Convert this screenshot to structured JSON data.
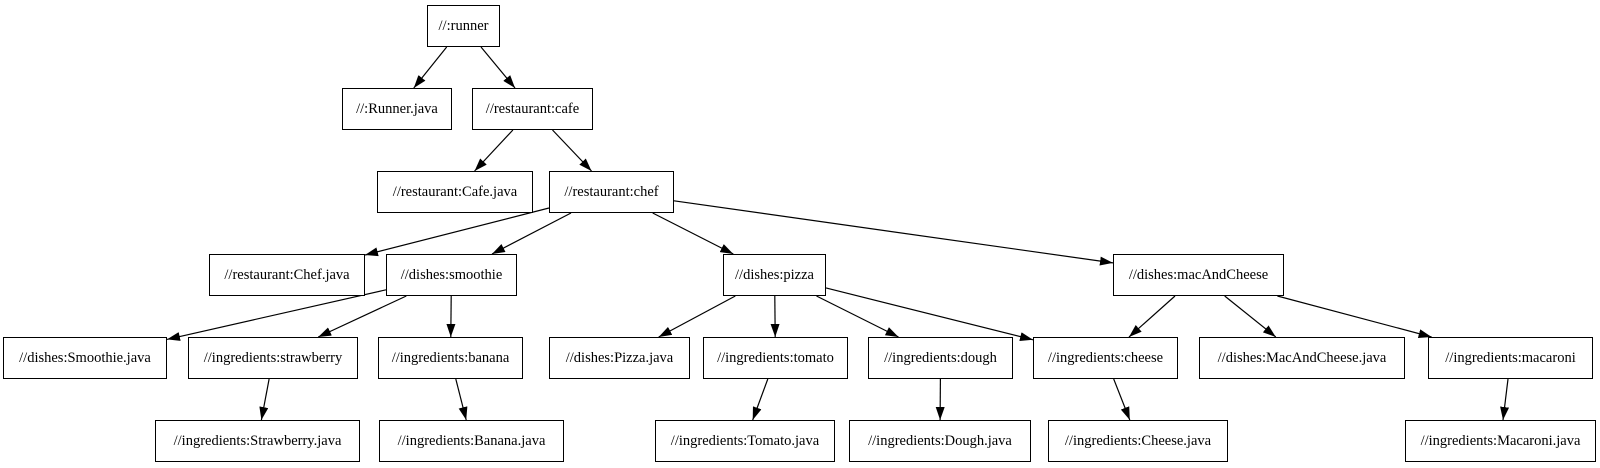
{
  "diagram": {
    "type": "dependency-graph",
    "colors": {
      "background": "#ffffff",
      "node_fill": "#ffffff",
      "node_border": "#000000",
      "edge": "#000000",
      "text": "#000000"
    },
    "nodes": [
      {
        "id": "runner",
        "label": "//:runner"
      },
      {
        "id": "runner_java",
        "label": "//:Runner.java"
      },
      {
        "id": "cafe",
        "label": "//restaurant:cafe"
      },
      {
        "id": "cafe_java",
        "label": "//restaurant:Cafe.java"
      },
      {
        "id": "chef",
        "label": "//restaurant:chef"
      },
      {
        "id": "chef_java",
        "label": "//restaurant:Chef.java"
      },
      {
        "id": "smoothie",
        "label": "//dishes:smoothie"
      },
      {
        "id": "pizza",
        "label": "//dishes:pizza"
      },
      {
        "id": "mac_and_cheese",
        "label": "//dishes:macAndCheese"
      },
      {
        "id": "smoothie_java",
        "label": "//dishes:Smoothie.java"
      },
      {
        "id": "strawberry",
        "label": "//ingredients:strawberry"
      },
      {
        "id": "banana",
        "label": "//ingredients:banana"
      },
      {
        "id": "pizza_java",
        "label": "//dishes:Pizza.java"
      },
      {
        "id": "tomato",
        "label": "//ingredients:tomato"
      },
      {
        "id": "dough",
        "label": "//ingredients:dough"
      },
      {
        "id": "cheese",
        "label": "//ingredients:cheese"
      },
      {
        "id": "mac_and_cheese_java",
        "label": "//dishes:MacAndCheese.java"
      },
      {
        "id": "macaroni",
        "label": "//ingredients:macaroni"
      },
      {
        "id": "strawberry_java",
        "label": "//ingredients:Strawberry.java"
      },
      {
        "id": "banana_java",
        "label": "//ingredients:Banana.java"
      },
      {
        "id": "tomato_java",
        "label": "//ingredients:Tomato.java"
      },
      {
        "id": "dough_java",
        "label": "//ingredients:Dough.java"
      },
      {
        "id": "cheese_java",
        "label": "//ingredients:Cheese.java"
      },
      {
        "id": "macaroni_java",
        "label": "//ingredients:Macaroni.java"
      }
    ],
    "edges": [
      [
        "runner",
        "runner_java"
      ],
      [
        "runner",
        "cafe"
      ],
      [
        "cafe",
        "cafe_java"
      ],
      [
        "cafe",
        "chef"
      ],
      [
        "chef",
        "chef_java"
      ],
      [
        "chef",
        "smoothie"
      ],
      [
        "chef",
        "pizza"
      ],
      [
        "chef",
        "mac_and_cheese"
      ],
      [
        "smoothie",
        "smoothie_java"
      ],
      [
        "smoothie",
        "strawberry"
      ],
      [
        "smoothie",
        "banana"
      ],
      [
        "pizza",
        "pizza_java"
      ],
      [
        "pizza",
        "tomato"
      ],
      [
        "pizza",
        "dough"
      ],
      [
        "pizza",
        "cheese"
      ],
      [
        "mac_and_cheese",
        "cheese"
      ],
      [
        "mac_and_cheese",
        "mac_and_cheese_java"
      ],
      [
        "mac_and_cheese",
        "macaroni"
      ],
      [
        "strawberry",
        "strawberry_java"
      ],
      [
        "banana",
        "banana_java"
      ],
      [
        "tomato",
        "tomato_java"
      ],
      [
        "dough",
        "dough_java"
      ],
      [
        "cheese",
        "cheese_java"
      ],
      [
        "macaroni",
        "macaroni_java"
      ]
    ]
  }
}
